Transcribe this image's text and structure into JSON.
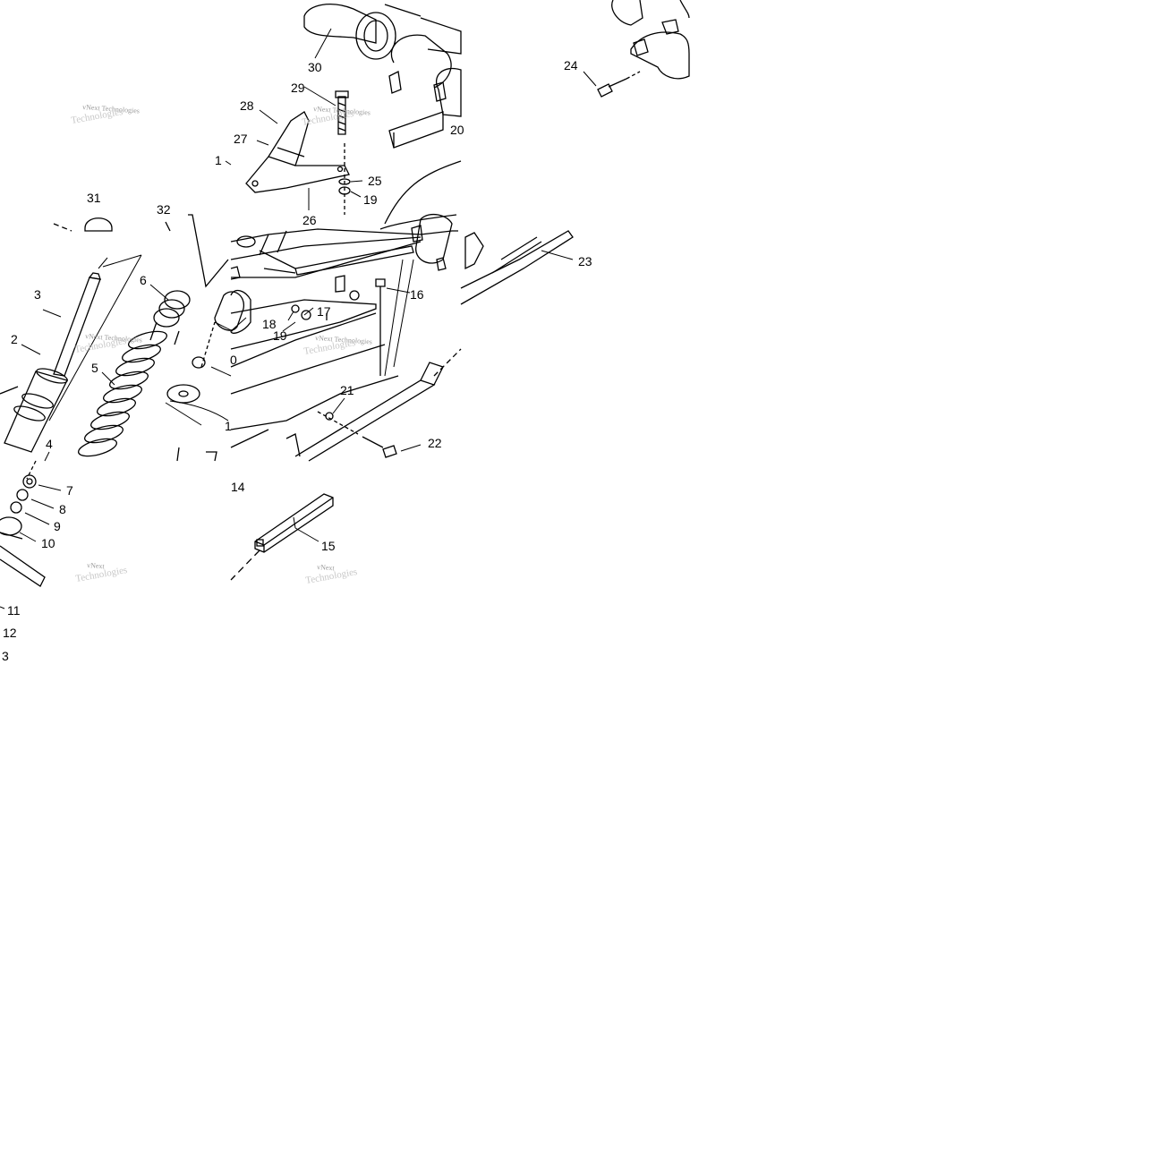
{
  "diagram": {
    "callouts": {
      "c0": "0",
      "c1": "1",
      "c1b": "1",
      "c2": "2",
      "c3": "3",
      "c3b": "3",
      "c4": "4",
      "c5": "5",
      "c6": "6",
      "c7": "7",
      "c8": "8",
      "c9": "9",
      "c10": "10",
      "c11": "11",
      "c12": "12",
      "c14": "14",
      "c15": "15",
      "c16": "16",
      "c17": "17",
      "c18": "18",
      "c19": "19",
      "c19b": "19",
      "c20": "20",
      "c21": "21",
      "c22": "22",
      "c23": "23",
      "c24": "24",
      "c25": "25",
      "c26": "26",
      "c27": "27",
      "c28": "28",
      "c29": "29",
      "c30": "30",
      "c31": "31",
      "c32": "32"
    },
    "watermark": {
      "line1": "vNext Technologies",
      "line2": "Technologies",
      "short": "vNext"
    }
  }
}
